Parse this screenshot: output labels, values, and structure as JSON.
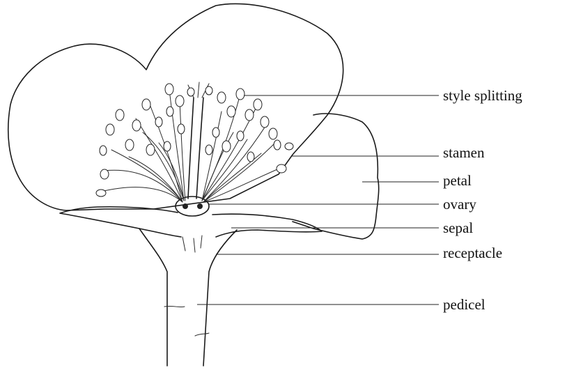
{
  "labels": {
    "style_splitting": "style splitting",
    "stamen": "stamen",
    "petal": "petal",
    "ovary": "ovary",
    "sepal": "sepal",
    "receptacle": "receptacle",
    "pedicel": "pedicel"
  },
  "colors": {
    "ink": "#1a1a1a",
    "background": "#ffffff"
  }
}
